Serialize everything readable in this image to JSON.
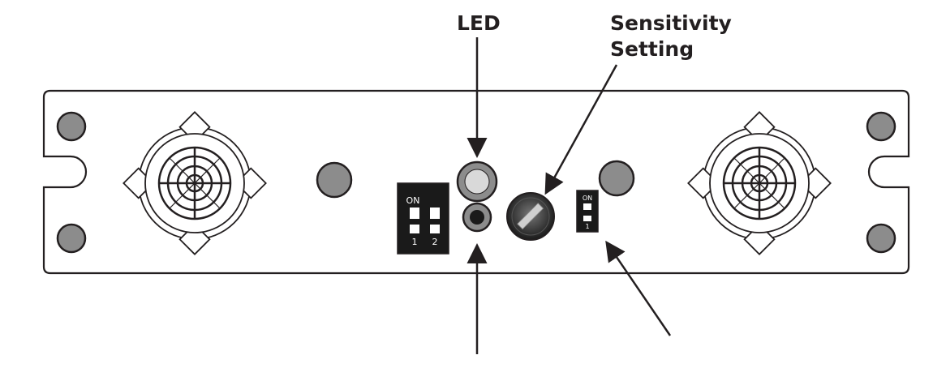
{
  "labels": {
    "led": "LED",
    "sensitivity_line1": "Sensitivity",
    "sensitivity_line2": "Setting"
  },
  "dip_switch": {
    "on_label": "ON",
    "switch_1_label": "1",
    "switch_2_label": "2"
  },
  "slide_switch": {
    "on_label": "ON",
    "position_label": "1"
  },
  "colors": {
    "outline": "#231f20",
    "screw_fill": "#8c8c8c",
    "switch_body": "#1a1a1a",
    "led_fill": "#d9d9d9",
    "panel_fill": "#ffffff"
  }
}
